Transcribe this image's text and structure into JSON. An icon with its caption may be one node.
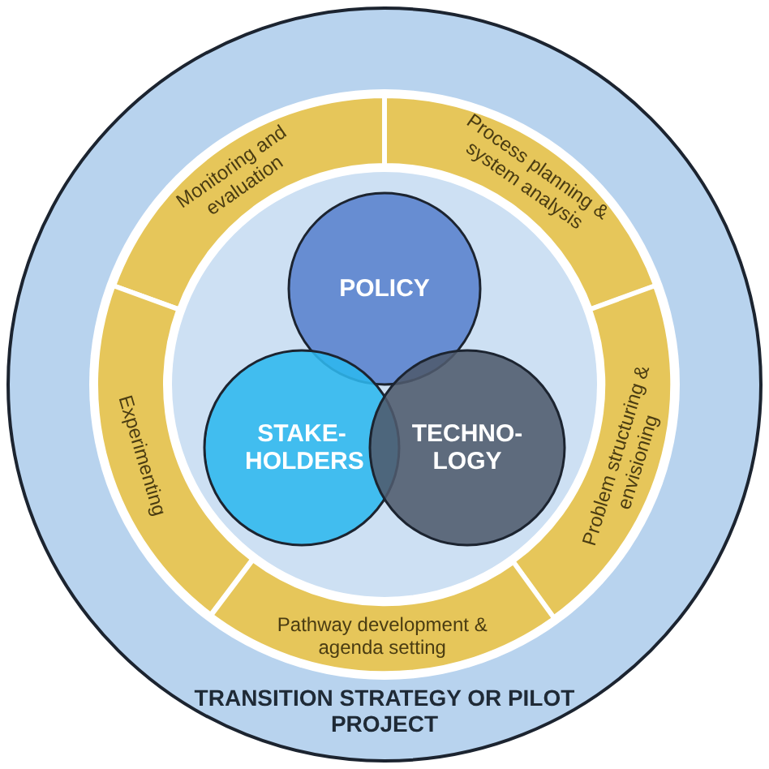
{
  "diagram": {
    "nodes": [
      {
        "text": [
          "TRANSITION STRATEGY OR PILOT PROJECT"
        ]
      },
      {
        "text": [
          "Monitoring and evaluation"
        ],
        "in": 0
      },
      {
        "text": [
          "Process planning & system analysis"
        ],
        "in": 0
      },
      {
        "text": [
          "Experimenting"
        ],
        "in": 0
      },
      {
        "text": [
          "Problem structuring & envisioning"
        ],
        "in": 0
      },
      {
        "text": [
          "Pathway development & agenda setting"
        ],
        "in": 0
      },
      {
        "text": [
          "POLICY"
        ],
        "in": 0
      },
      {
        "text": [
          "STAKE-HOLDERS"
        ],
        "in": 0
      },
      {
        "text": [
          "TECHNO-LOGY"
        ],
        "in": 0
      }
    ],
    "edges": []
  }
}
